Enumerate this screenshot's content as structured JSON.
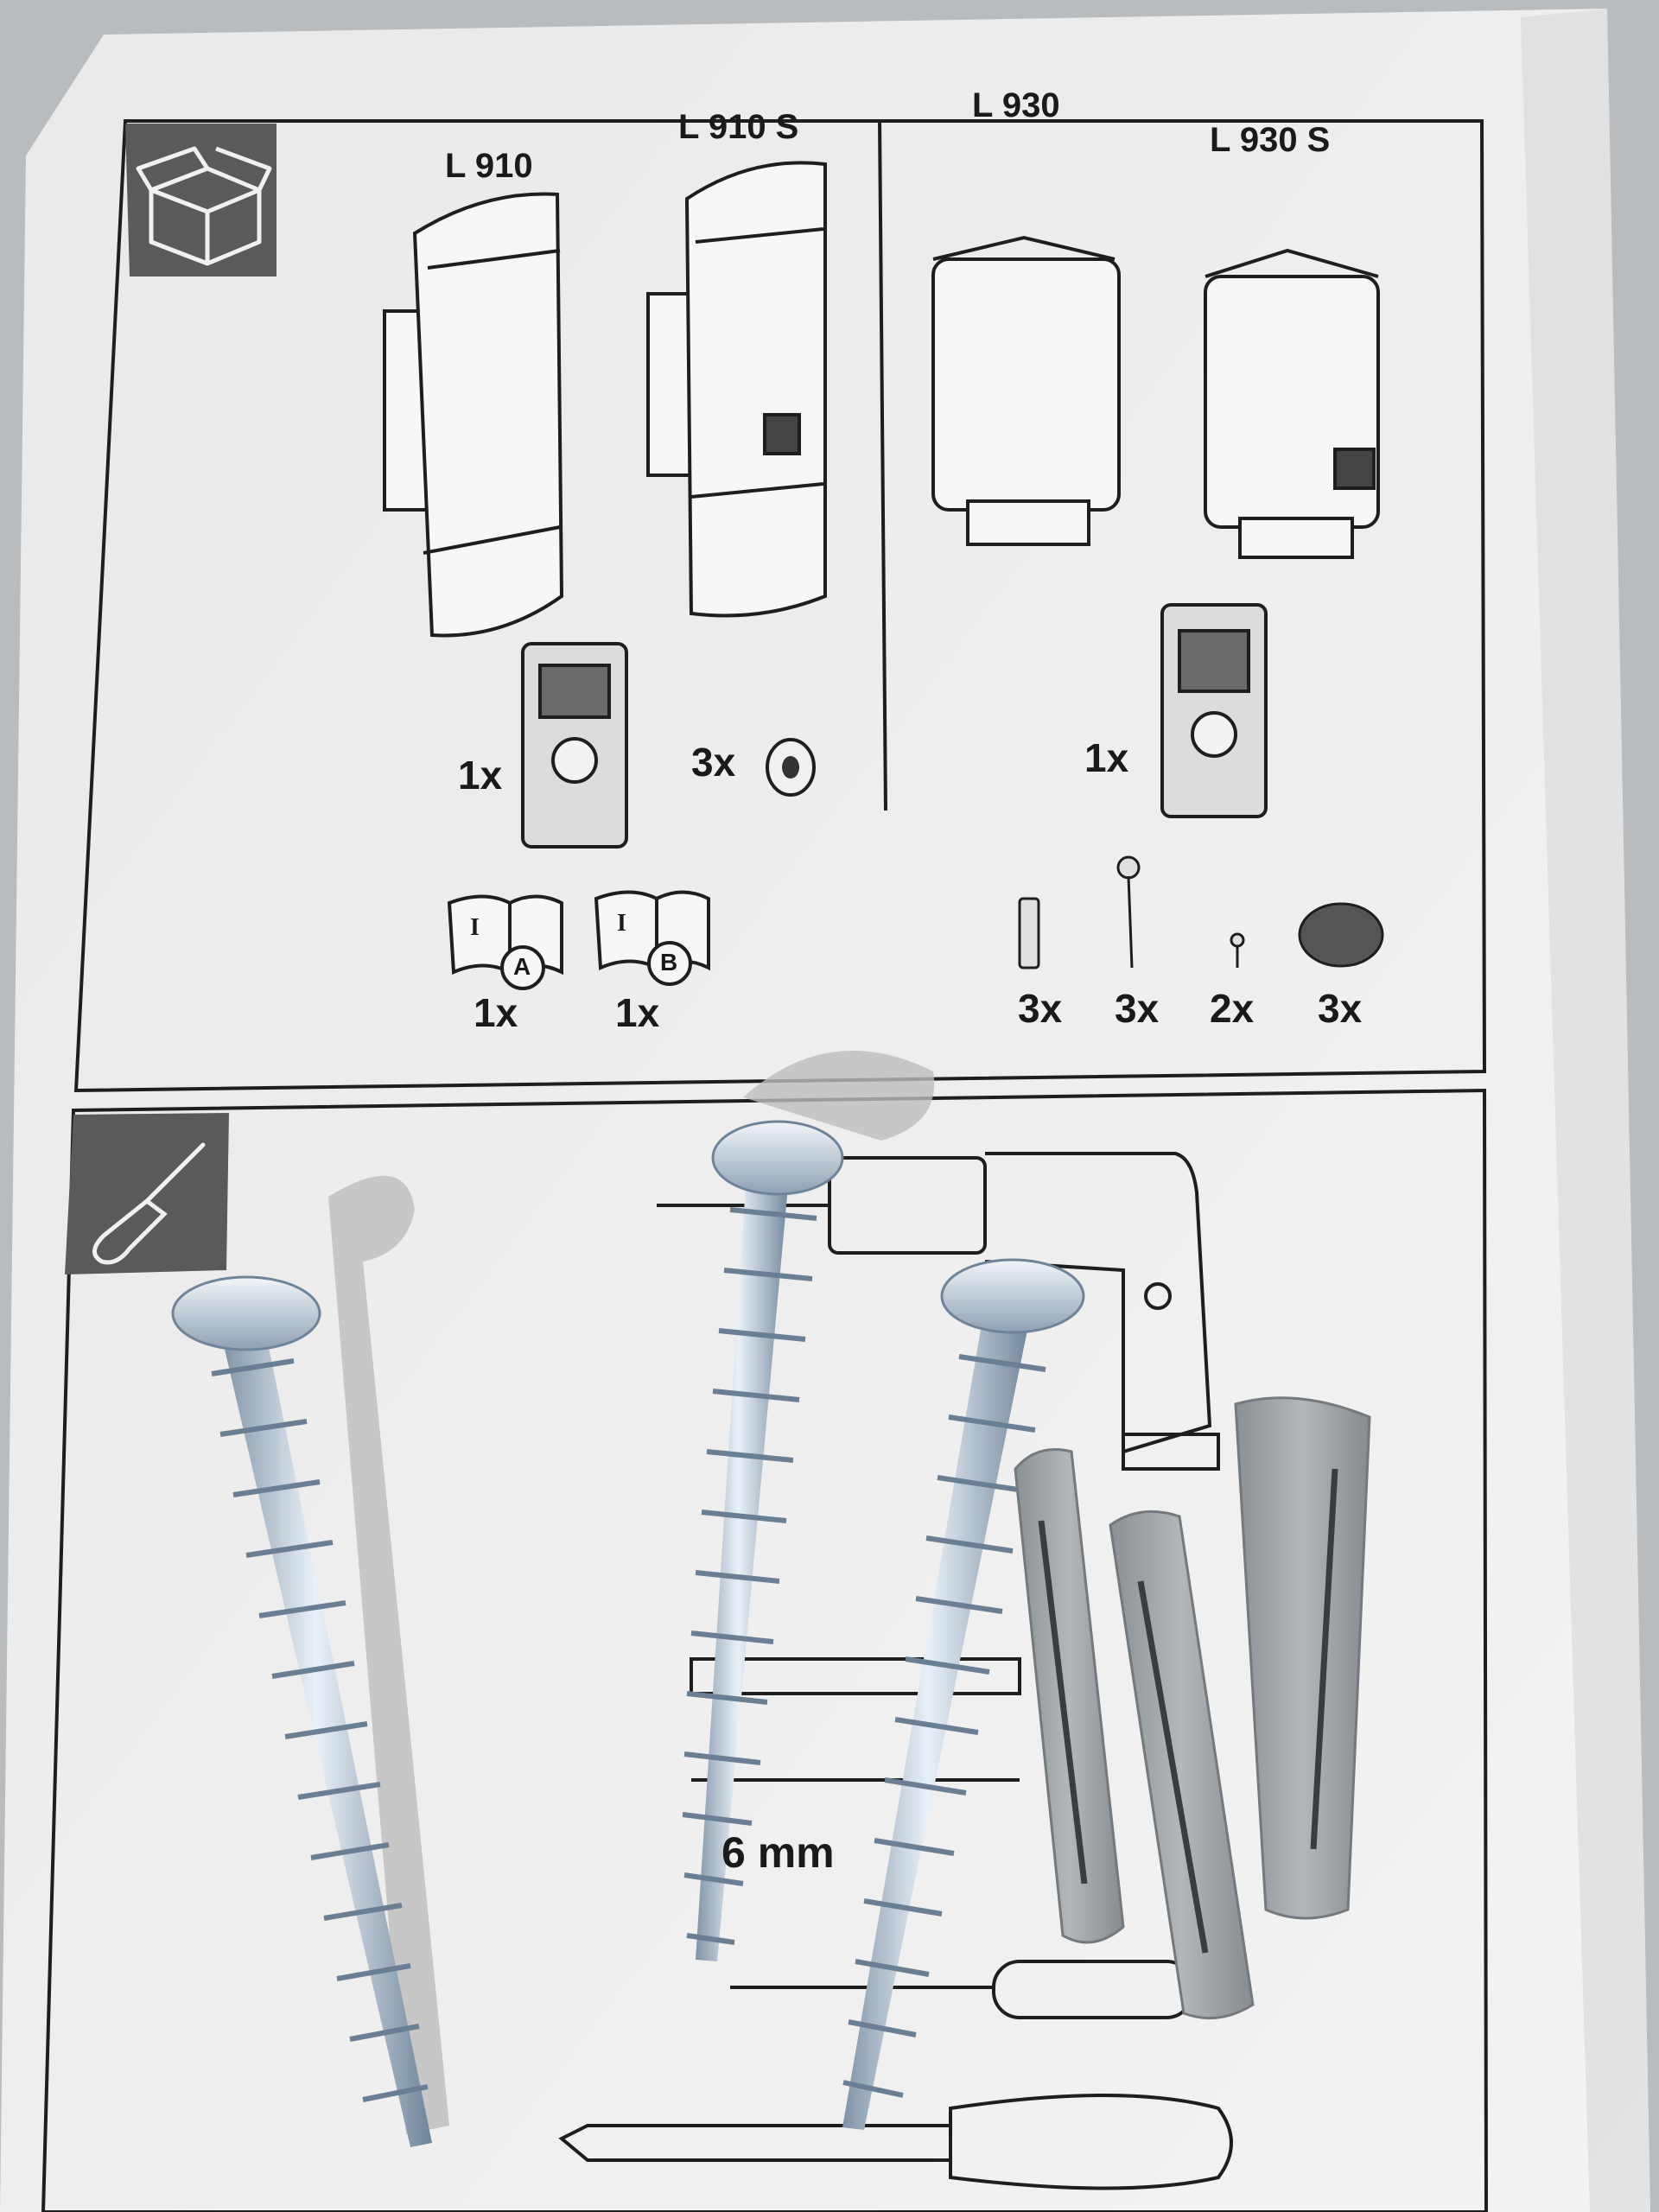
{
  "top_panel": {
    "models": [
      "L 910",
      "L 910 S",
      "L 930",
      "L 930 S"
    ],
    "left_quantities": [
      "1x",
      "3x"
    ],
    "right_quantity": "1x",
    "manual_a_qty": "1x",
    "manual_b_qty": "1x",
    "manual_a_letter": "A",
    "manual_b_letter": "B",
    "manual_roman": "I",
    "hardware_quantities": [
      "3x",
      "3x",
      "2x",
      "3x"
    ],
    "box_icon": "box-icon"
  },
  "bottom_panel": {
    "drill_bit_size": "6 mm",
    "tool_icon": "screwdriver-icon"
  },
  "colors": {
    "paper": "#ececec",
    "ink": "#1e1e1e",
    "icon_tab": "#5a5a5a",
    "screw": "#b6c6d4",
    "dowel": "#9fa3a6"
  }
}
